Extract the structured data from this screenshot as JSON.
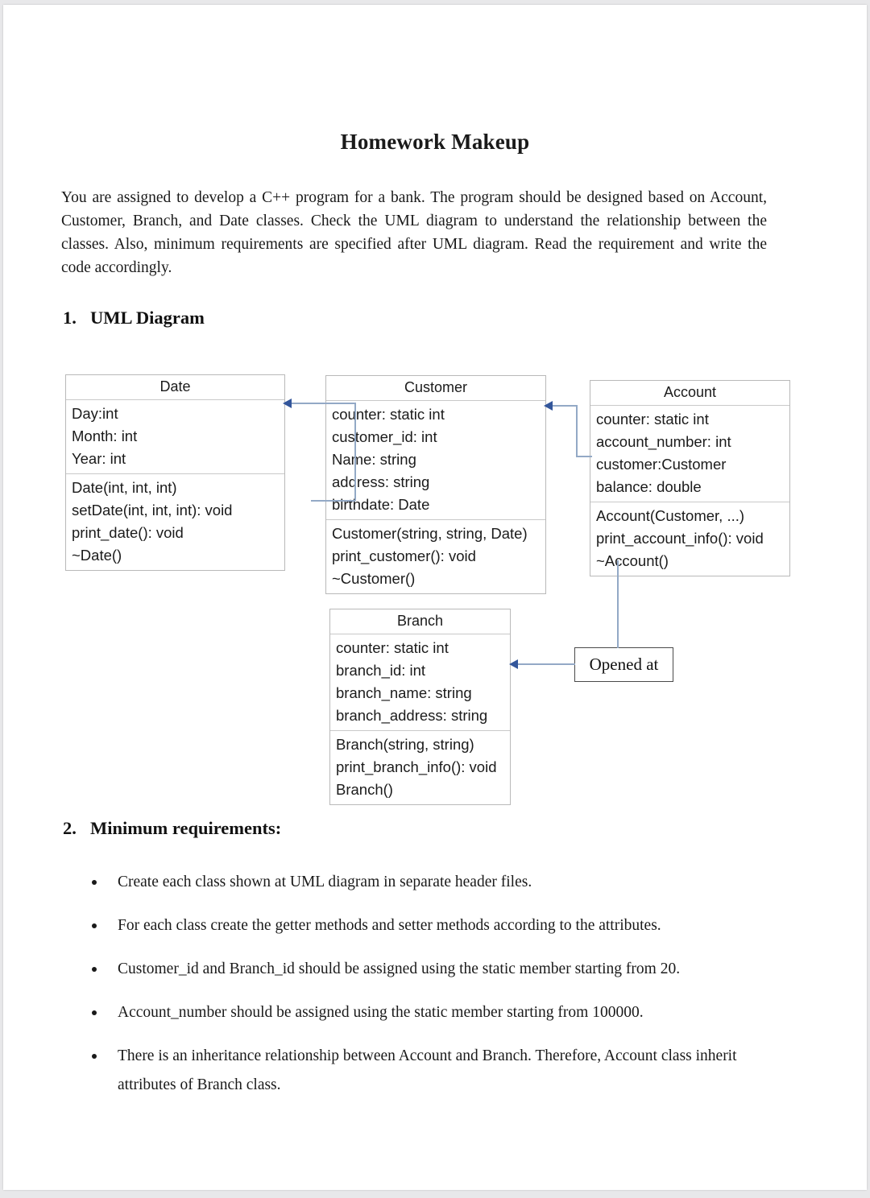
{
  "document": {
    "title": "Homework Makeup",
    "intro": "You are assigned to develop a C++ program for a bank. The program should be designed based on Account, Customer, Branch, and Date classes. Check the UML diagram to understand the relationship between the classes. Also, minimum requirements are specified after UML diagram. Read the requirement and write the code accordingly."
  },
  "sections": [
    {
      "number": "1.",
      "title": "UML Diagram"
    },
    {
      "number": "2.",
      "title": "Minimum requirements:"
    }
  ],
  "uml": {
    "classes": [
      {
        "name": "Date",
        "attributes": [
          "Day:int",
          "Month: int",
          "Year: int"
        ],
        "methods": [
          "Date(int, int, int)",
          "setDate(int, int, int):  void",
          "print_date(): void",
          "~Date()"
        ]
      },
      {
        "name": "Customer",
        "attributes": [
          "counter: static int",
          "customer_id: int",
          "Name: string",
          "address: string",
          "birthdate: Date"
        ],
        "methods": [
          "Customer(string, string, Date)",
          "print_customer(): void",
          "~Customer()"
        ]
      },
      {
        "name": "Account",
        "attributes": [
          "counter: static int",
          "account_number: int",
          "customer:Customer",
          "balance: double"
        ],
        "methods": [
          "Account(Customer, ...)",
          "print_account_info(): void",
          "~Account()"
        ]
      },
      {
        "name": "Branch",
        "attributes": [
          "counter: static int",
          "branch_id: int",
          "branch_name: string",
          "branch_address: string"
        ],
        "methods": [
          "Branch(string, string)",
          "print_branch_info(): void",
          "Branch()"
        ]
      }
    ],
    "relationship_label": "Opened at",
    "colors": {
      "box_border": "#b9b9b9",
      "connector_line": "#93a9c6",
      "arrowhead": "#33569b",
      "label_border": "#4a4a4a"
    }
  },
  "requirements": [
    "Create each class shown at UML diagram in separate header files.",
    "For each class create the getter methods and setter methods according to the attributes.",
    "Customer_id and Branch_id should be assigned using the static member starting from 20.",
    "Account_number should be assigned using the static member starting from 100000.",
    "There is an inheritance relationship between Account and Branch. Therefore, Account class inherit attributes of Branch class."
  ]
}
